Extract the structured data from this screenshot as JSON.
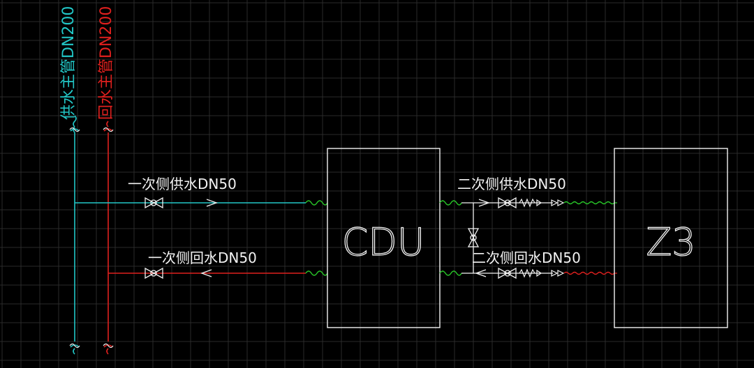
{
  "colors": {
    "background": "#000000",
    "grid": "#2a2a2a",
    "supply": "#22c7c7",
    "return": "#e0201e",
    "white": "#f2f2f2",
    "flex": "#28c828"
  },
  "labels": {
    "main_supply": "供水主管DN200",
    "main_return": "回水主管DN200",
    "primary_supply": "一次侧供水DN50",
    "primary_return": "一次侧回水DN50",
    "secondary_supply": "二次侧供水DN50",
    "secondary_return": "二次侧回水DN50",
    "cdu": "CDU",
    "z3": "Z3"
  }
}
